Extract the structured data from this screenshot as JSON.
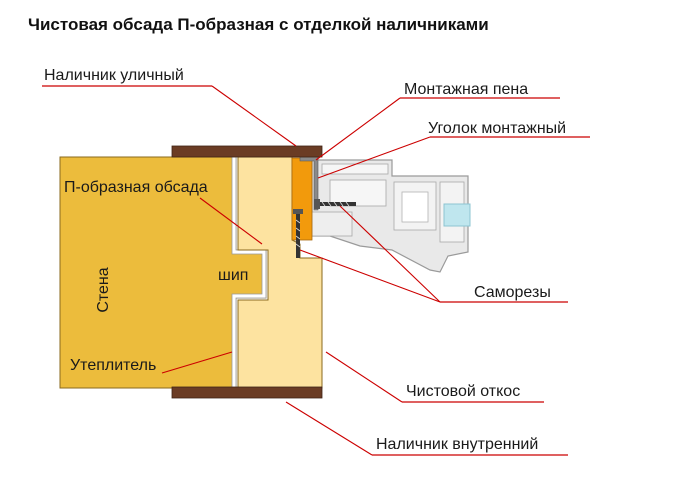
{
  "title": "Чистовая обсада П-образная с отделкой наличниками",
  "labels": {
    "outer_casing": "Наличник уличный",
    "mounting_foam": "Монтажная пена",
    "mounting_corner": "Уголок монтажный",
    "u_casing": "П-образная обсада",
    "wall": "Стена",
    "spike": "шип",
    "screws": "Саморезы",
    "insulation": "Утеплитель",
    "finish_slope": "Чистовой откос",
    "inner_casing": "Наличник внутренний"
  },
  "colors": {
    "wall": "#ecbc3c",
    "casing": "#fde3a0",
    "trim": "#6b3c24",
    "foam": "#f29a0c",
    "frame": "#d4d4d4",
    "leader": "#cc0000",
    "underline": "#cc0000"
  }
}
